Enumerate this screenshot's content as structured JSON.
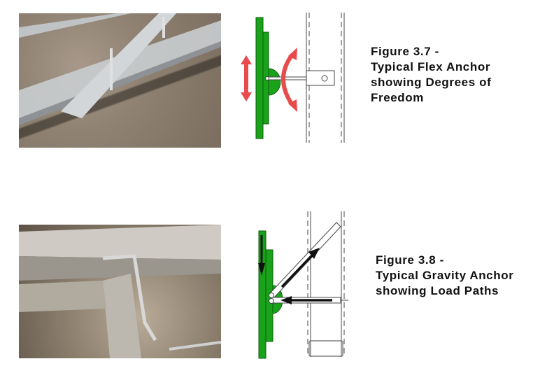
{
  "figures": [
    {
      "caption_lines": [
        "Figure 3.7  -",
        "Typical Flex Anchor",
        "showing Degrees of",
        "Freedom"
      ],
      "photo": "flex-anchor-photo",
      "diagram": "flex-anchor-diagram"
    },
    {
      "caption_lines": [
        "Figure 3.8  -",
        "Typical Gravity Anchor",
        "showing Load Paths"
      ],
      "photo": "gravity-anchor-photo",
      "diagram": "gravity-anchor-diagram"
    }
  ],
  "colors": {
    "green": "#1aa31a",
    "red": "#e84b4b",
    "arrow": "#111111"
  }
}
